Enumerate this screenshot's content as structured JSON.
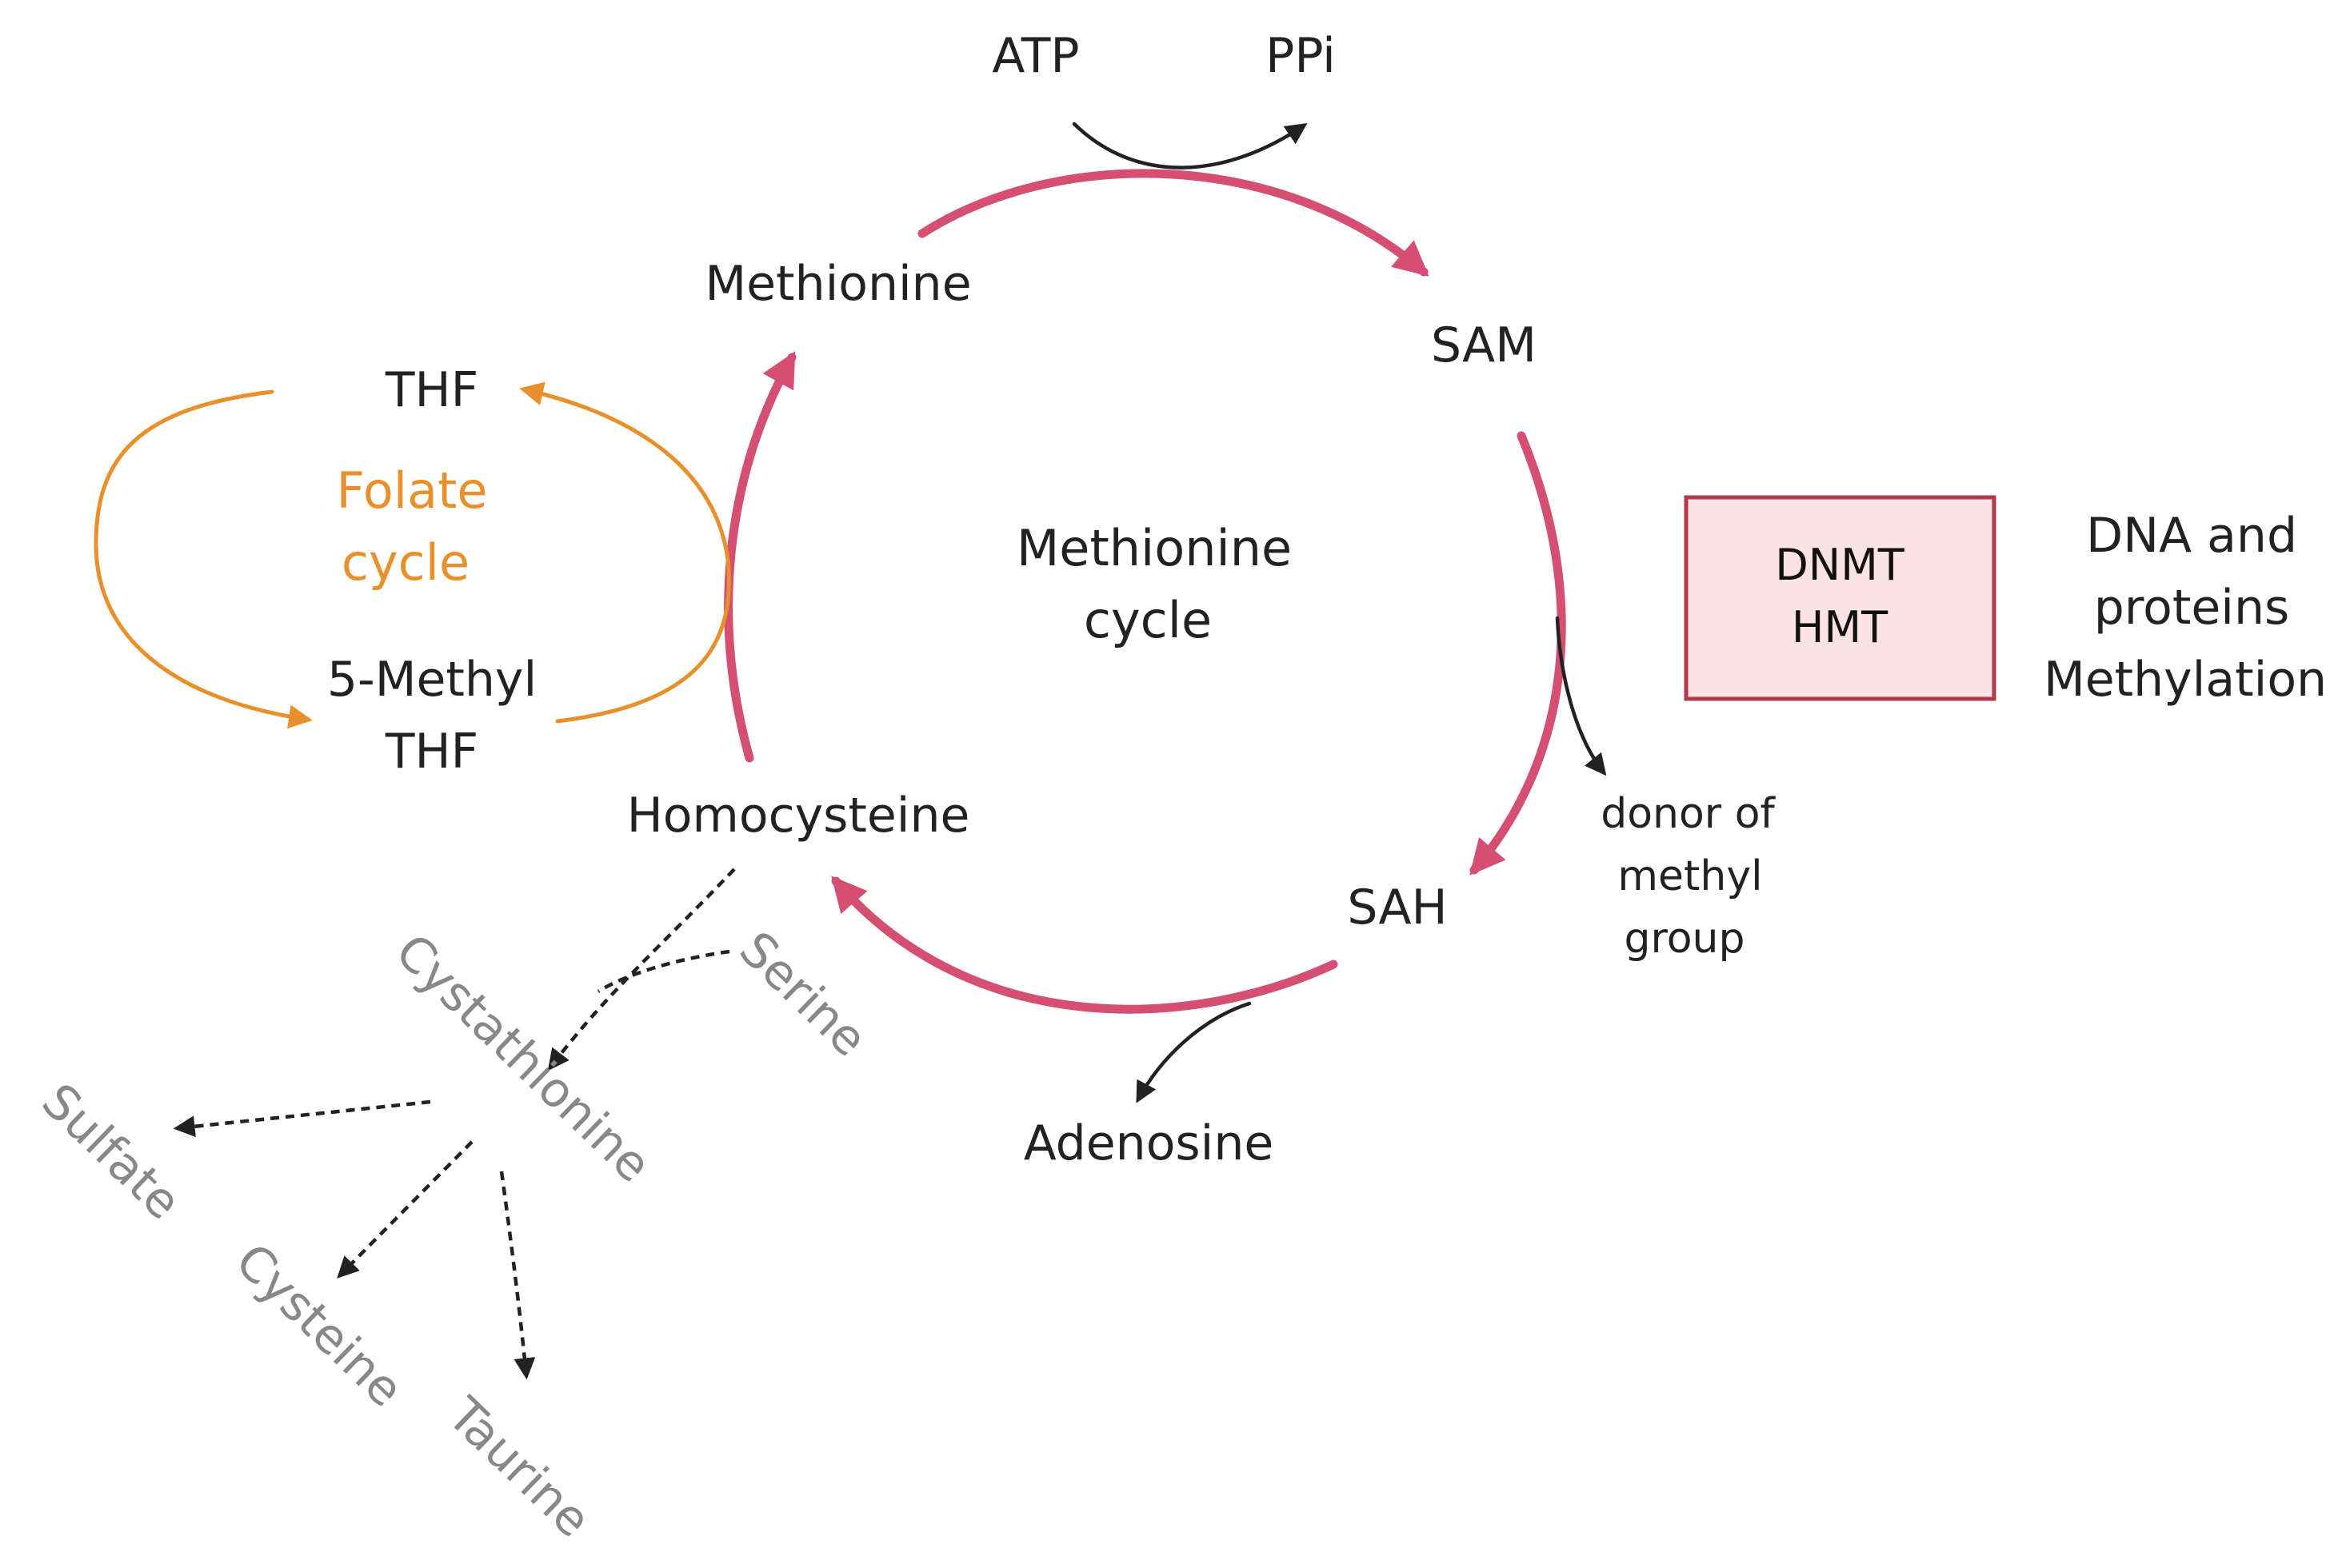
{
  "colors": {
    "cycle_arrow": "#d44f72",
    "folate_arrow": "#e8902c",
    "black_arrow": "#222222",
    "text": "#222222",
    "grey_text": "#888888",
    "folate_text": "#e8902c",
    "enzyme_box_fill": "#fbe2e4",
    "enzyme_box_border": "#b23a48"
  },
  "methionine_cycle": {
    "center_title_line1": "Methionine",
    "center_title_line2": "cycle",
    "nodes": {
      "methionine": "Methionine",
      "sam": "SAM",
      "sah": "SAH",
      "homocysteine": "Homocysteine"
    }
  },
  "atp_reaction": {
    "input": "ATP",
    "output": "PPi"
  },
  "sah_reaction": {
    "product": "Adenosine"
  },
  "methyl_donor": {
    "line1": "donor of",
    "line2": "methyl",
    "line3": "group"
  },
  "enzymes": {
    "line1": "DNMT",
    "line2": "HMT"
  },
  "methylation_target": {
    "line1": "DNA and",
    "line2": "proteins",
    "line3": "Methylation"
  },
  "folate_cycle": {
    "title_line1": "Folate",
    "title_line2": "cycle",
    "thf": "THF",
    "methyl_thf_line1": "5-Methyl",
    "methyl_thf_line2": "THF"
  },
  "transsulfuration": {
    "cystathionine": "Cystathionine",
    "serine": "Serine",
    "sulfate": "Sulfate",
    "cysteine": "Cysteine",
    "taurine": "Taurine"
  }
}
